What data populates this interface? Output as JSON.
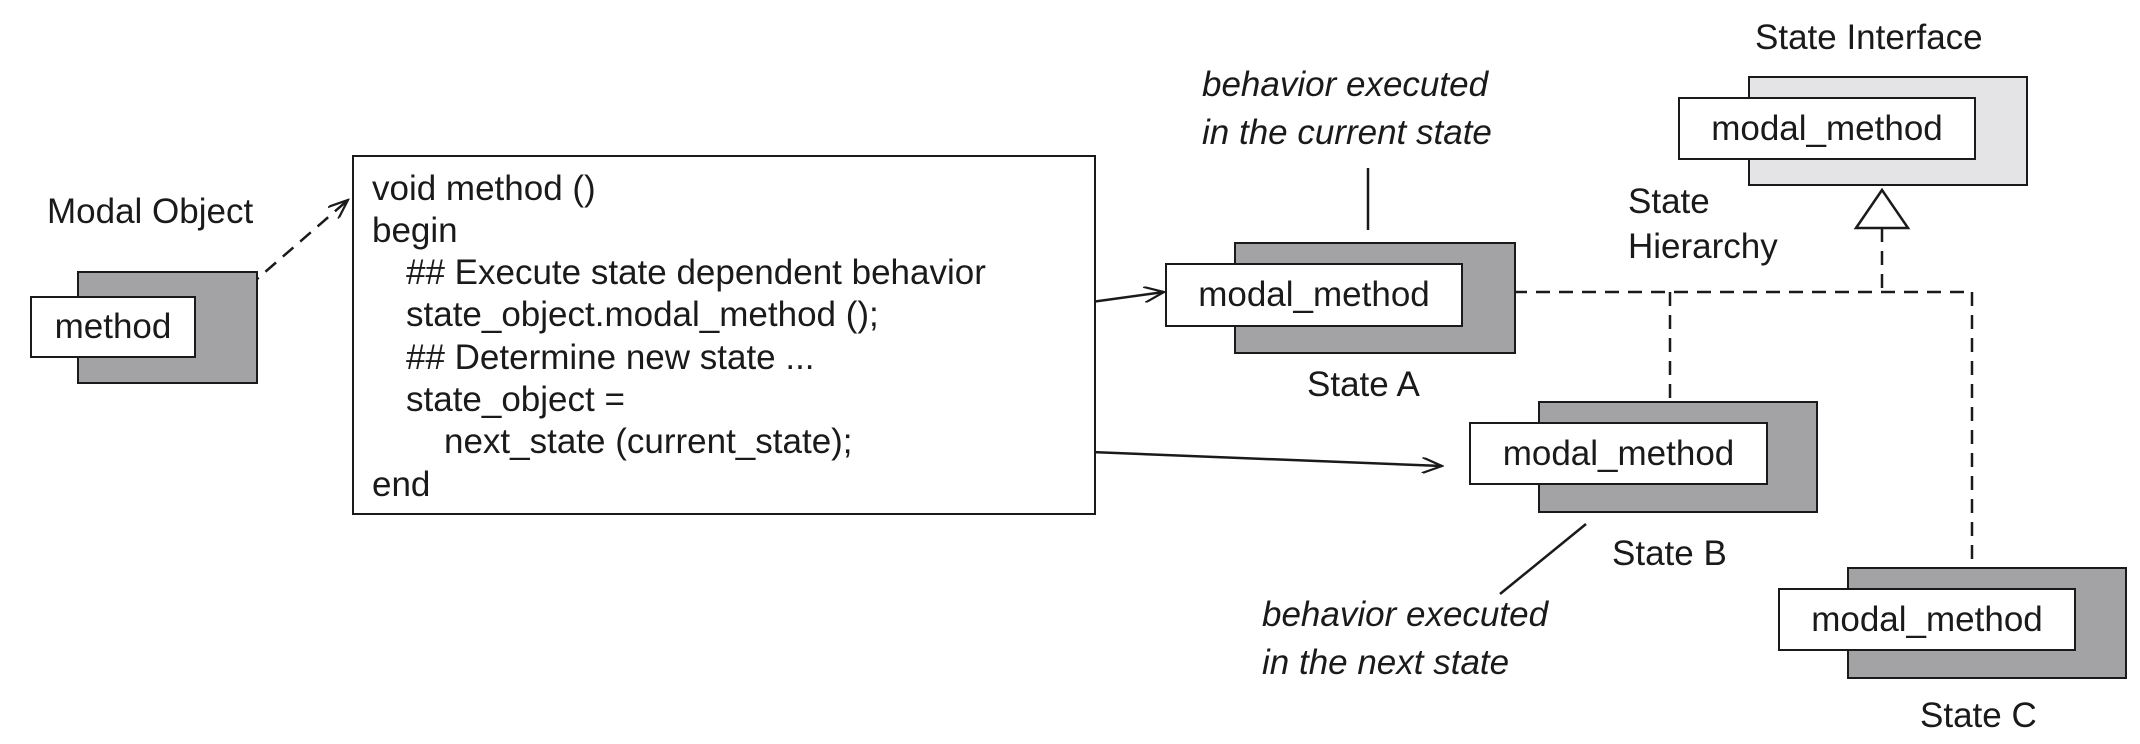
{
  "modal_object": {
    "label": "Modal Object",
    "method": "method"
  },
  "code_block": {
    "lines": [
      "void method ()",
      "begin",
      "## Execute state dependent behavior",
      "state_object.modal_method ();",
      "## Determine new state ...",
      "state_object =",
      "next_state (current_state);",
      "end"
    ]
  },
  "state_interface": {
    "label": "State Interface",
    "method": "modal_method"
  },
  "state_hierarchy_label": [
    "State",
    "Hierarchy"
  ],
  "state_a": {
    "label": "State A",
    "method": "modal_method"
  },
  "state_b": {
    "label": "State B",
    "method": "modal_method"
  },
  "state_c": {
    "label": "State C",
    "method": "modal_method"
  },
  "notes": {
    "current": [
      "behavior executed",
      "in the current state"
    ],
    "next": [
      "behavior executed",
      "in the next state"
    ]
  },
  "colors": {
    "shadow_dark": "#a3a3a6",
    "shadow_light": "#e4e4e6",
    "stroke": "#1a1a1a"
  }
}
